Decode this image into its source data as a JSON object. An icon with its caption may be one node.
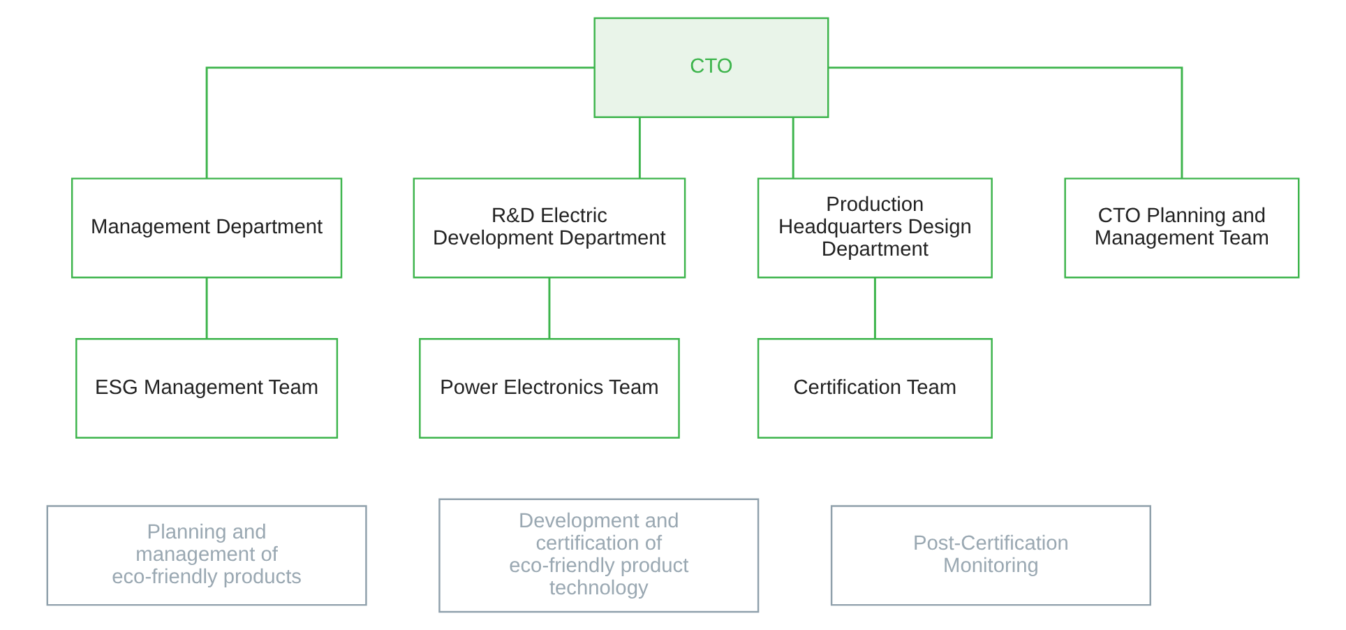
{
  "diagram": {
    "nodes": [
      {
        "text": [
          "CTO"
        ]
      },
      {
        "text": [
          "Management Department"
        ]
      },
      {
        "text": [
          "R&D Electric Development Department"
        ]
      },
      {
        "text": [
          "Production Headquarters Design Department"
        ]
      },
      {
        "text": [
          "ESG Management Team"
        ]
      },
      {
        "text": [
          "Power Electronics Team"
        ]
      },
      {
        "text": [
          "CTO Planning and Management Team"
        ]
      },
      {
        "text": [
          "Certification Team"
        ]
      },
      {
        "text": [
          "Planning and management of eco-friendly products"
        ]
      },
      {
        "text": [
          "Development and certification of eco-friendly product technology"
        ]
      },
      {
        "text": [
          "Post-Certification Monitoring"
        ]
      }
    ],
    "edges": [
      {
        "from": 0,
        "to": 1,
        "arrow": "none"
      },
      {
        "from": 0,
        "to": 2,
        "arrow": "none"
      },
      {
        "from": 0,
        "to": 6,
        "arrow": "none"
      },
      {
        "from": 0,
        "to": 3,
        "arrow": "none"
      },
      {
        "from": 1,
        "to": 4,
        "arrow": "none"
      },
      {
        "from": 2,
        "to": 5,
        "arrow": "none"
      },
      {
        "from": 3,
        "to": 7,
        "arrow": "none"
      }
    ]
  }
}
